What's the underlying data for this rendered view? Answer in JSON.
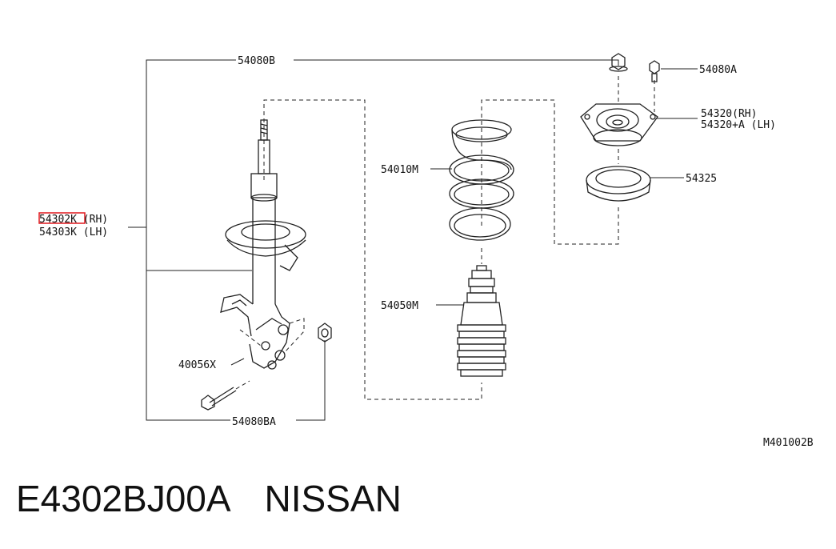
{
  "labels": {
    "l_54080b": "54080B",
    "l_54080a": "54080A",
    "l_54320_rh": "54320(RH)",
    "l_54320_lh": "54320+A (LH)",
    "l_54010m": "54010M",
    "l_54325": "54325",
    "l_54302k": "54302K (RH)",
    "l_54303k": "54303K (LH)",
    "l_54050m": "54050M",
    "l_40056x": "40056X",
    "l_54080ba": "54080BA",
    "l_figure": "M401002B"
  },
  "caption": {
    "part_number": "E4302BJ00A",
    "brand": "NISSAN"
  },
  "colors": {
    "highlight": "#e0191e",
    "line": "#222222"
  }
}
